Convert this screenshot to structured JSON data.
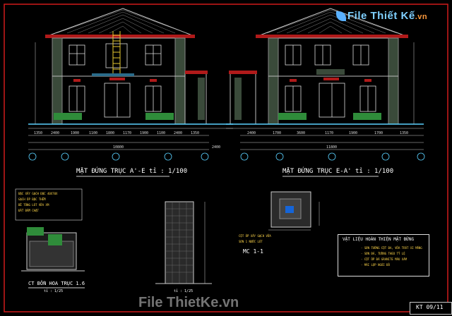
{
  "branding": {
    "logo_text": "File Thiết Kế",
    "logo_suffix": ".vn",
    "watermark": "File ThietKe.vn"
  },
  "elevation_left": {
    "title": "MẶT ĐỨNG TRỤC A'-E  tỉ : 1/100",
    "dims_bottom": [
      "1350",
      "2400",
      "1900",
      "1100",
      "1800",
      "1170",
      "1900",
      "1100",
      "2400",
      "1350"
    ],
    "dims_total": "10800",
    "dims_right": "2400"
  },
  "elevation_right": {
    "title": "MẶT ĐỨNG TRỤC E-A'  tỉ : 1/100",
    "dims_bottom": [
      "2400",
      "1700",
      "3600",
      "1170",
      "1900",
      "1700",
      "1350"
    ],
    "dims_total": "11800"
  },
  "detail_left": {
    "title": "CT BỒN HOA TRỤC 1.6",
    "scale": "tỉ : 1/25",
    "note_lines": [
      "BẬC XÂY GẠCH ĐẶC 40X70X",
      "GẠCH ỐP BẬC THỀM",
      "BÊ TÔNG LÓT VỮA XM",
      "ĐẤT ĐẦM CHẶT"
    ]
  },
  "detail_center": {
    "scale": "tỉ : 1/25"
  },
  "detail_mc": {
    "title": "MC 1-1",
    "note_lines": [
      "CỘT ỐP XÂY GẠCH VỮA",
      "SƠN 1 NƯỚC LÓT"
    ]
  },
  "legend": {
    "title": "VẬT LIỆU HOÀN THIỆN MẶT ĐỨNG",
    "items": [
      "- SƠN TƯỜNG CỘT BA, VỮA TRÁT XI MĂNG",
      "- SƠN ĐÁ, TƯỜNG THEO TỶ LỆ",
      "- CỘT ỐP ĐÁ GRANITE MÀU XÁM",
      "- MÁI LỢP NGÓI ĐỎ"
    ]
  },
  "sheet": {
    "code": "KT 09/11"
  }
}
